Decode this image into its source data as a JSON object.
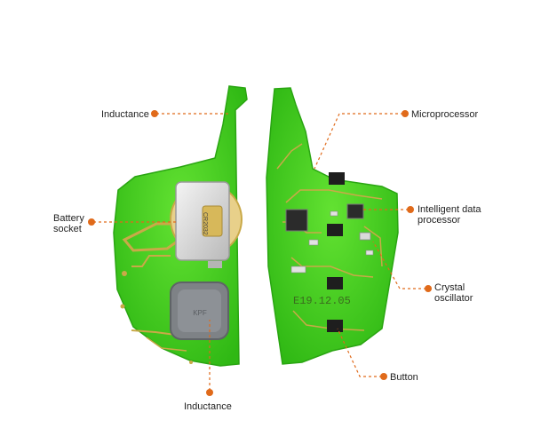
{
  "labels": {
    "inductance_top": "Inductance",
    "battery_socket_line1": "Battery",
    "battery_socket_line2": "socket",
    "inductance_bottom": "Inductance",
    "microprocessor": "Microprocessor",
    "intelligent_line1": "Intelligent data",
    "intelligent_line2": "processor",
    "crystal_line1": "Crystal",
    "crystal_line2": "oscillator",
    "button": "Button"
  },
  "board_marking": "E19.12.05",
  "colors": {
    "pcb_green": "#3fd11b",
    "pcb_edge": "#2aa512",
    "copper": "#c9a948",
    "callout": "#e06a1a"
  }
}
